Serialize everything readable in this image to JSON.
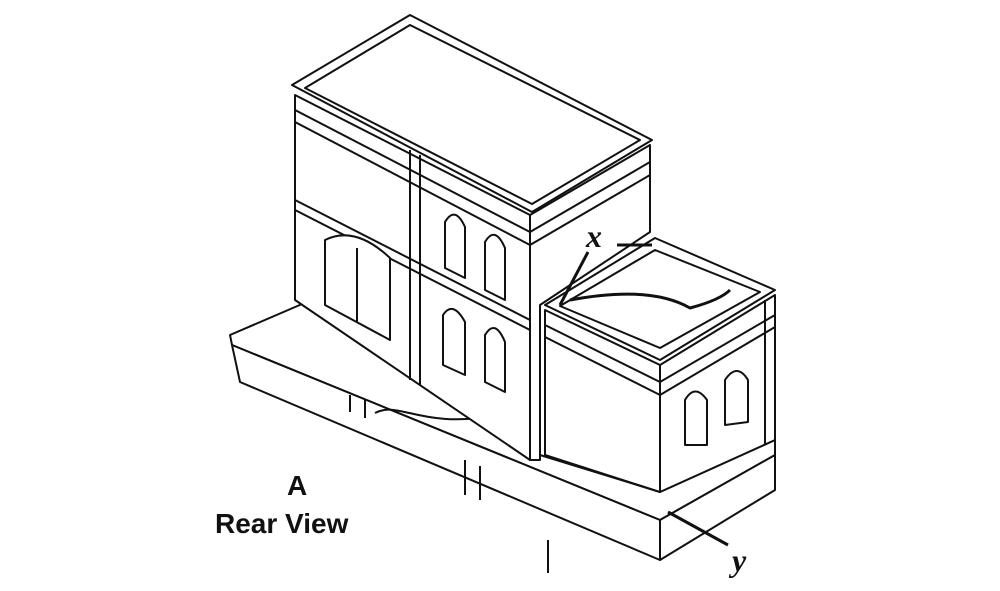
{
  "figure": {
    "view_letter": "A",
    "view_title": "Rear View",
    "callouts": {
      "x": "x",
      "y": "y"
    }
  },
  "colors": {
    "line": "#111111",
    "background": "#ffffff"
  }
}
